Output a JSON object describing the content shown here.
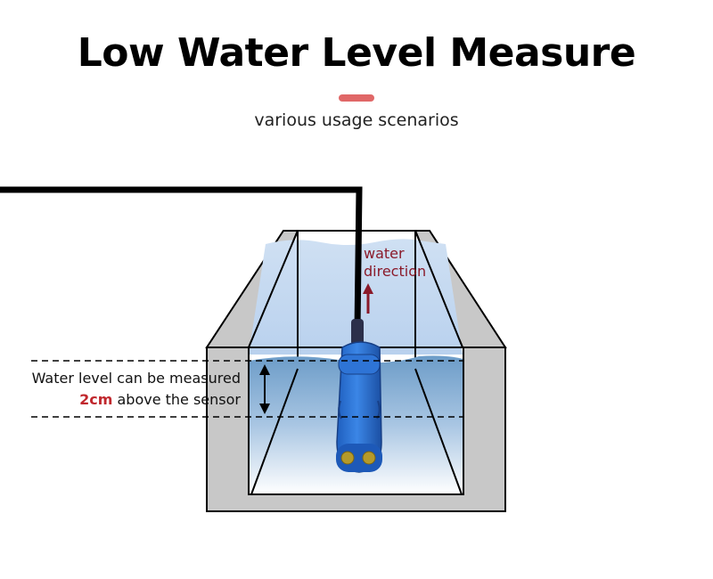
{
  "header": {
    "title": "Low Water Level Measure",
    "subtitle": "various usage scenarios",
    "accent_color": "#e06767"
  },
  "annotation": {
    "line1": "Water level can be measured",
    "highlight": "2cm",
    "line2_rest": " above the sensor",
    "highlight_color": "#c0272d"
  },
  "water_label": {
    "line1": "water",
    "line2": "direction",
    "color": "#8a1a2a"
  },
  "colors": {
    "channel_wall": "#c8c8c8",
    "water": "#b9d4ef",
    "sensor": "#2a6fd6",
    "sensor_window": "#b59a2a"
  }
}
